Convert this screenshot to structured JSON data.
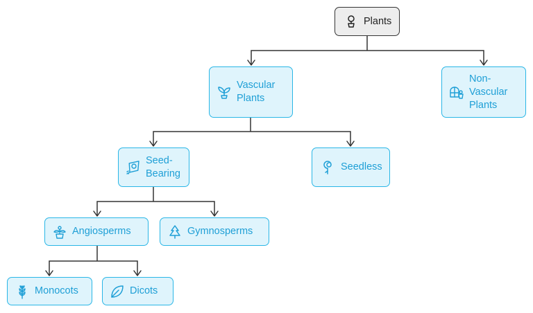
{
  "diagram": {
    "nodes": {
      "plants": {
        "label": "Plants",
        "icon": "potted-plant-icon"
      },
      "vascular": {
        "label": "Vascular Plants",
        "icon": "sprout-icon"
      },
      "non_vascular": {
        "label": "Non-Vascular Plants",
        "icon": "greenhouse-icon"
      },
      "seed_bearing": {
        "label": "Seed-Bearing",
        "icon": "seed-packet-icon"
      },
      "seedless": {
        "label": "Seedless",
        "icon": "fiddlehead-icon"
      },
      "angiosperms": {
        "label": "Angiosperms",
        "icon": "flower-plant-icon"
      },
      "gymnosperms": {
        "label": "Gymnosperms",
        "icon": "pine-tree-icon"
      },
      "monocots": {
        "label": "Monocots",
        "icon": "wheat-icon"
      },
      "dicots": {
        "label": "Dicots",
        "icon": "leaf-icon"
      }
    },
    "edges": [
      [
        "plants",
        "vascular"
      ],
      [
        "plants",
        "non_vascular"
      ],
      [
        "vascular",
        "seed_bearing"
      ],
      [
        "vascular",
        "seedless"
      ],
      [
        "seed_bearing",
        "angiosperms"
      ],
      [
        "seed_bearing",
        "gymnosperms"
      ],
      [
        "angiosperms",
        "monocots"
      ],
      [
        "angiosperms",
        "dicots"
      ]
    ],
    "colors": {
      "node_fill": "#dff4fc",
      "node_border": "#29b6e6",
      "node_text": "#1e9fd6",
      "root_fill": "#ededed",
      "root_border": "#333333",
      "root_text": "#222222",
      "connector": "#333333"
    }
  }
}
